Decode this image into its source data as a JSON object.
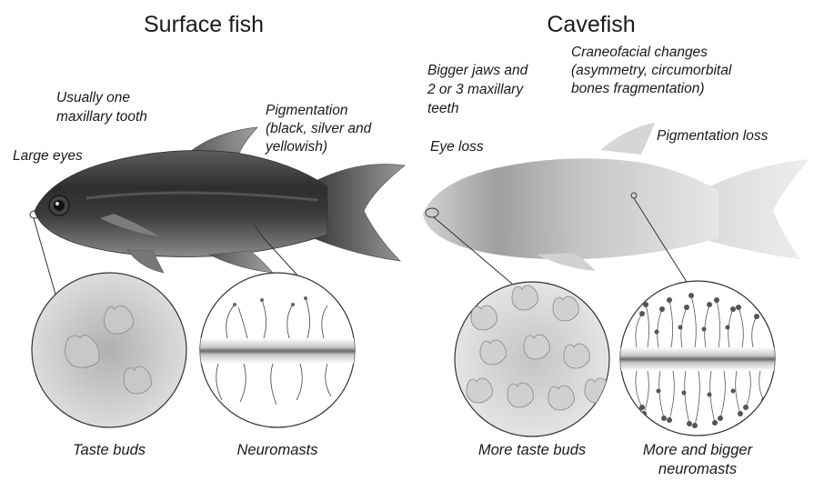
{
  "titles": {
    "surface": "Surface fish",
    "cave": "Cavefish"
  },
  "surface_labels": {
    "tooth_line1": "Usually one",
    "tooth_line2": "maxillary tooth",
    "pigment_line1": "Pigmentation",
    "pigment_line2": "(black, silver and",
    "pigment_line3": "yellowish)",
    "eyes": "Large eyes"
  },
  "cave_labels": {
    "jaws_line1": "Bigger jaws and",
    "jaws_line2": "2 or 3 maxillary",
    "jaws_line3": "teeth",
    "cranio_line1": "Craneofacial changes",
    "cranio_line2": "(asymmetry, circumorbital",
    "cranio_line3": "bones fragmentation)",
    "eye_loss": "Eye loss",
    "pigment_loss": "Pigmentation loss"
  },
  "captions": {
    "taste_buds": "Taste buds",
    "neuromasts": "Neuromasts",
    "more_taste_buds": "More taste buds",
    "more_neuromasts_line1": "More and bigger",
    "more_neuromasts_line2": "neuromasts"
  }
}
